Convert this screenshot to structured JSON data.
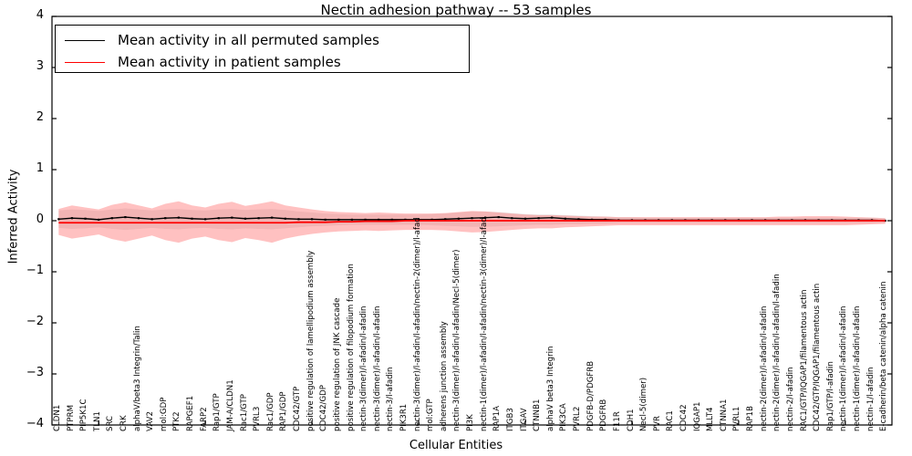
{
  "chart_data": {
    "type": "line",
    "title": "Nectin adhesion pathway -- 53 samples",
    "xlabel": "Cellular Entities",
    "ylabel": "Inferred Activity",
    "ylim": [
      -4,
      4
    ],
    "yticks": [
      4,
      3,
      2,
      1,
      0,
      -1,
      -2,
      -3,
      -4
    ],
    "grid": false,
    "legend_position": "upper-left",
    "legend": [
      {
        "name": "Mean activity in all permuted samples",
        "color": "#000000"
      },
      {
        "name": "Mean activity in patient samples",
        "color": "#ff0000"
      }
    ],
    "categories": [
      "CLDN1",
      "PTPRM",
      "PIP5K1C",
      "TLN1",
      "SRC",
      "CRK",
      "alphaV/beta3 Integrin/Talin",
      "VAV2",
      "mol:GDP",
      "PTK2",
      "RAPGEF1",
      "FARP2",
      "Rap1/GTP",
      "JAM-A/CLDN1",
      "Rac1/GTP",
      "PVRL3",
      "Rac1/GDP",
      "RAP1/GDP",
      "CDC42/GTP",
      "positive regulation of lamellipodium assembly",
      "CDC42/GDP",
      "positive regulation of JNK cascade",
      "positive regulation of filopodium formation",
      "nectin-3(dimer)/l-afadin/l-afadin",
      "nectin-3(dimer)/l-afadin/l-afadin",
      "nectin-3/l-afadin",
      "PIK3R1",
      "nectin-3(dimer)/l-afadin/l-afadin/nectin-2(dimer)/l-afad",
      "mol:GTP",
      "adherens junction assembly",
      "nectin-3(dimer)/l-afadin/l-afadin/Necl-5(dimer)",
      "PI3K",
      "nectin-1(dimer)/l-afadin/l-afadin/nectin-3(dimer)/l-afad",
      "RAP1A",
      "ITGB3",
      "ITGAV",
      "CTNNB1",
      "alphaV beta3 Integrin",
      "PIK3CA",
      "PVRL2",
      "PDGFB-D/PDGFRB",
      "PDGFRB",
      "F11R",
      "CDH1",
      "Necl-5(dimer)",
      "PVR",
      "RAC1",
      "CDC42",
      "IQGAP1",
      "MLLT4",
      "CTNNA1",
      "PVRL1",
      "RAP1B",
      "nectin-2(dimer)/l-afadin/l-afadin",
      "nectin-2(dimer)/l-afadin/l-afadin/l-afadin",
      "nectin-2/l-afadin",
      "RAC1/GTP/IQGAP1/filamentous actin",
      "CDC42/GTP/IQGAP1/filamentous actin",
      "Rap1/GTP/l-afadin",
      "nectin-1(dimer)/l-afadin/l-afadin",
      "nectin-1(dimer)/l-afadin/l-afadin",
      "nectin-1/l-afadin",
      "E-cadherin/beta catenin/alpha catenin"
    ],
    "series": [
      {
        "name": "Mean activity in all permuted samples",
        "color": "#000000",
        "values": [
          0.03,
          0.05,
          0.04,
          0.02,
          0.05,
          0.07,
          0.05,
          0.03,
          0.05,
          0.06,
          0.04,
          0.03,
          0.05,
          0.06,
          0.04,
          0.05,
          0.06,
          0.04,
          0.03,
          0.03,
          0.02,
          0.02,
          0.02,
          0.02,
          0.02,
          0.02,
          0.02,
          0.02,
          0.02,
          0.03,
          0.04,
          0.05,
          0.06,
          0.07,
          0.05,
          0.04,
          0.05,
          0.06,
          0.04,
          0.03,
          0.02,
          0.02,
          0.01,
          0.01,
          0.01,
          0.01,
          0.01,
          0.01,
          0.01,
          0.01,
          0.01,
          0.01,
          0.01,
          0.01,
          0.01,
          0.01,
          0.01,
          0.01,
          0.01,
          0.01,
          0.01,
          0.01,
          0.0
        ]
      },
      {
        "name": "Mean activity in patient samples",
        "color": "#ff0000",
        "values": [
          -0.04,
          -0.04,
          -0.04,
          -0.04,
          -0.04,
          -0.04,
          -0.04,
          -0.04,
          -0.04,
          -0.04,
          -0.04,
          -0.04,
          -0.04,
          -0.04,
          -0.04,
          -0.04,
          -0.04,
          -0.04,
          -0.03,
          -0.03,
          -0.03,
          -0.02,
          -0.02,
          -0.01,
          -0.01,
          -0.01,
          0.0,
          0.0,
          0.0,
          0.0,
          0.0,
          0.0,
          0.0,
          0.0,
          0.0,
          0.0,
          0.0,
          0.0,
          0.0,
          0.0,
          0.0,
          0.0,
          0.0,
          0.0,
          0.0,
          0.0,
          0.0,
          0.0,
          0.0,
          0.0,
          0.0,
          0.0,
          0.0,
          0.0,
          0.0,
          0.0,
          0.0,
          0.0,
          0.0,
          0.0,
          0.0,
          0.0,
          0.0
        ]
      }
    ],
    "bands": [
      {
        "name": "permuted samples spread",
        "color": "#c8c8c8",
        "upper": [
          0.2,
          0.22,
          0.21,
          0.19,
          0.22,
          0.24,
          0.22,
          0.2,
          0.22,
          0.23,
          0.21,
          0.2,
          0.22,
          0.23,
          0.21,
          0.22,
          0.23,
          0.21,
          0.18,
          0.16,
          0.14,
          0.13,
          0.12,
          0.12,
          0.12,
          0.12,
          0.12,
          0.12,
          0.13,
          0.14,
          0.16,
          0.18,
          0.18,
          0.17,
          0.15,
          0.13,
          0.12,
          0.12,
          0.11,
          0.1,
          0.09,
          0.08,
          0.07,
          0.07,
          0.06,
          0.06,
          0.06,
          0.06,
          0.06,
          0.06,
          0.06,
          0.06,
          0.06,
          0.06,
          0.06,
          0.06,
          0.06,
          0.06,
          0.06,
          0.06,
          0.06,
          0.06,
          0.05
        ],
        "lower": [
          -0.14,
          -0.16,
          -0.15,
          -0.13,
          -0.16,
          -0.18,
          -0.16,
          -0.14,
          -0.16,
          -0.17,
          -0.15,
          -0.14,
          -0.16,
          -0.17,
          -0.15,
          -0.16,
          -0.17,
          -0.15,
          -0.13,
          -0.11,
          -0.1,
          -0.09,
          -0.08,
          -0.08,
          -0.08,
          -0.08,
          -0.08,
          -0.08,
          -0.09,
          -0.1,
          -0.11,
          -0.12,
          -0.12,
          -0.11,
          -0.1,
          -0.09,
          -0.08,
          -0.08,
          -0.07,
          -0.07,
          -0.06,
          -0.06,
          -0.05,
          -0.05,
          -0.05,
          -0.05,
          -0.05,
          -0.05,
          -0.05,
          -0.05,
          -0.05,
          -0.05,
          -0.05,
          -0.05,
          -0.05,
          -0.05,
          -0.05,
          -0.05,
          -0.05,
          -0.05,
          -0.05,
          -0.05,
          -0.04
        ]
      },
      {
        "name": "patient samples spread",
        "color": "#ff6b6b",
        "upper": [
          0.23,
          0.3,
          0.26,
          0.22,
          0.31,
          0.36,
          0.3,
          0.24,
          0.33,
          0.38,
          0.3,
          0.26,
          0.33,
          0.37,
          0.29,
          0.33,
          0.38,
          0.3,
          0.26,
          0.22,
          0.19,
          0.17,
          0.16,
          0.15,
          0.16,
          0.15,
          0.14,
          0.14,
          0.14,
          0.15,
          0.17,
          0.19,
          0.18,
          0.16,
          0.14,
          0.12,
          0.11,
          0.11,
          0.1,
          0.09,
          0.08,
          0.08,
          0.07,
          0.07,
          0.07,
          0.07,
          0.07,
          0.07,
          0.07,
          0.07,
          0.07,
          0.07,
          0.07,
          0.07,
          0.08,
          0.08,
          0.09,
          0.09,
          0.09,
          0.08,
          0.07,
          0.06,
          0.05
        ],
        "lower": [
          -0.28,
          -0.35,
          -0.31,
          -0.27,
          -0.36,
          -0.41,
          -0.35,
          -0.29,
          -0.38,
          -0.43,
          -0.35,
          -0.31,
          -0.38,
          -0.42,
          -0.34,
          -0.38,
          -0.43,
          -0.35,
          -0.3,
          -0.26,
          -0.23,
          -0.21,
          -0.2,
          -0.19,
          -0.2,
          -0.19,
          -0.18,
          -0.18,
          -0.18,
          -0.19,
          -0.21,
          -0.23,
          -0.22,
          -0.2,
          -0.18,
          -0.16,
          -0.15,
          -0.15,
          -0.13,
          -0.12,
          -0.11,
          -0.1,
          -0.09,
          -0.09,
          -0.09,
          -0.09,
          -0.09,
          -0.09,
          -0.09,
          -0.09,
          -0.09,
          -0.09,
          -0.09,
          -0.09,
          -0.09,
          -0.09,
          -0.09,
          -0.09,
          -0.09,
          -0.09,
          -0.08,
          -0.07,
          -0.06
        ]
      }
    ]
  }
}
